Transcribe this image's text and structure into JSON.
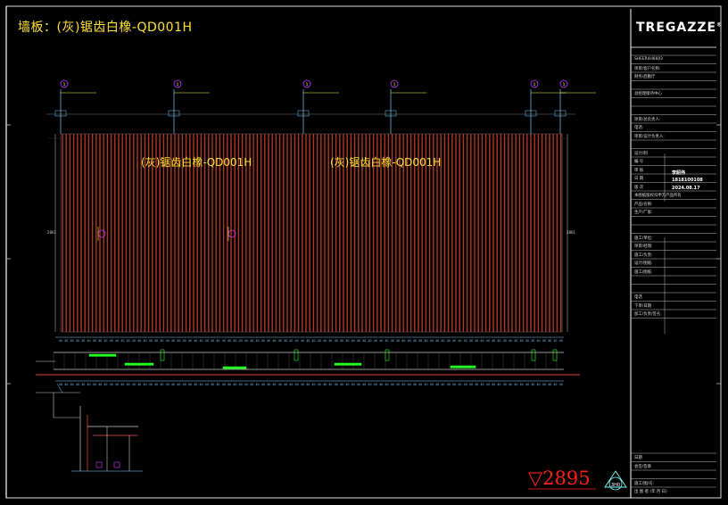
{
  "drawing": {
    "title": "墙板：(灰)锯齿白橡-QD001H",
    "panel_labels": [
      "(灰)锯齿白橡-QD001H",
      "(灰)锯齿白橡-QD001H"
    ],
    "elevation_mark": "2895",
    "section_marker": "3H0"
  },
  "title_block": {
    "logo": "TREGAZZE",
    "logo_registered": "®",
    "rows": [
      "SHEER4H6603",
      "项目/客户名称:",
      "财务/后勤厅",
      "",
      "总经理接待中心",
      "",
      "",
      "项目/总负责人:",
      "电话:",
      "项目/设计负责人:",
      "",
      "设计/制",
      "编 号",
      "审 核",
      "日 期",
      "版 次",
      "本图纸版权归甲方产品所有",
      "产品/名称:",
      "生产/厂家:",
      "",
      "",
      "施工/单位:",
      "项目/经理:",
      "施工/负责:",
      "设计/图纸:",
      "施工/图纸:",
      "",
      "",
      "电话",
      "下单/日期",
      "加工/负责/签名:"
    ],
    "cells": {
      "designer": "李韶伟",
      "number": "1818100108",
      "date": "2024.08.17"
    },
    "bottom_rows": [
      "日期",
      "会签/签章",
      "",
      "施工/图/号:",
      "出 图 者 (年 月 日)"
    ]
  }
}
